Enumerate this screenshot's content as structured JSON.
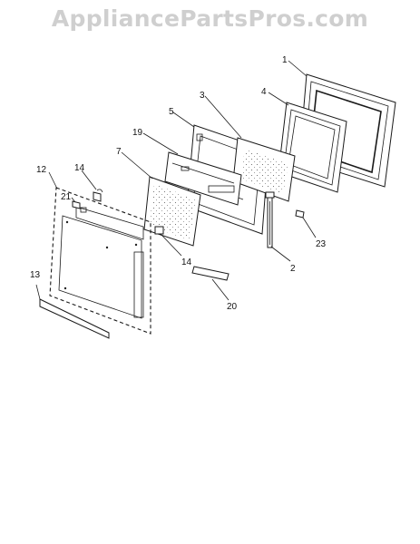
{
  "watermark": {
    "text": "AppliancePartsPros.com"
  },
  "diagram": {
    "callouts": [
      "1",
      "2",
      "3",
      "4",
      "5",
      "7",
      "12",
      "13",
      "14",
      "14",
      "19",
      "20",
      "21",
      "23"
    ]
  }
}
